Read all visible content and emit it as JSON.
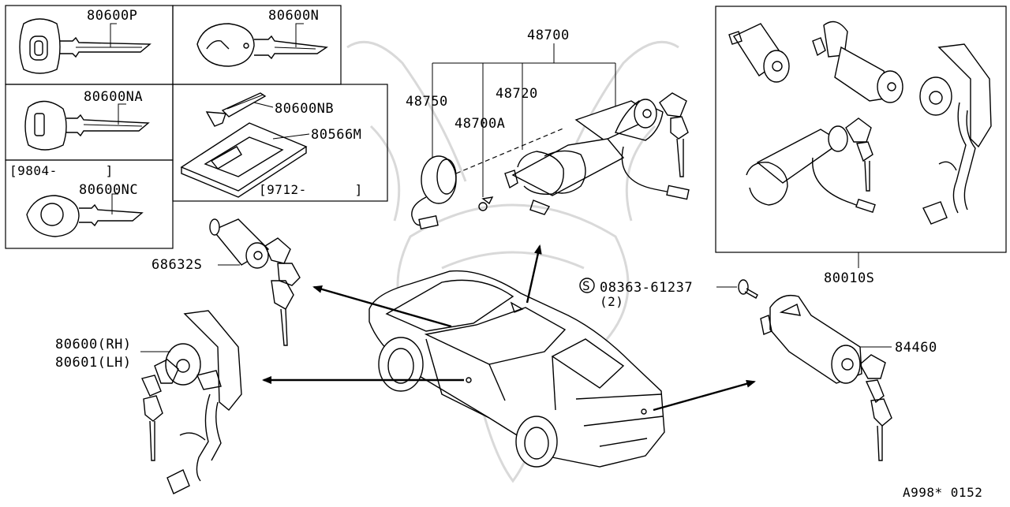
{
  "diagram": {
    "labels": {
      "key_p": "80600P",
      "key_n": "80600N",
      "key_na": "80600NA",
      "key_nb": "80600NB",
      "key_holder": "80566M",
      "date_range_1": "[9804-      ]",
      "key_nc": "80600NC",
      "date_range_2": "[9712-      ]",
      "ignition_set": "48700",
      "part_48750": "48750",
      "part_48720": "48720",
      "part_48700a": "48700A",
      "glove_lock": "68632S",
      "door_lock_rh": "80600(RH)",
      "door_lock_lh": "80601(LH)",
      "bolt_symbol": "S",
      "bolt_part": "08363-61237",
      "bolt_qty": "(2)",
      "trunk_lock": "84460",
      "lock_set": "80010S",
      "figure_code": "A998* 0152"
    }
  }
}
